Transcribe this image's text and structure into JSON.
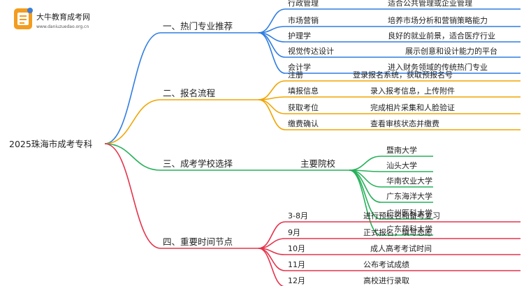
{
  "watermark": {
    "name": "大牛教育成考网",
    "url": "www.daniuzuedao.org.cn"
  },
  "root": "2025珠海市成考专科",
  "branches": [
    {
      "label": "一、热门专业推荐",
      "color": "#2f7de1",
      "items": [
        {
          "label": "行政管理",
          "detail": "适合公共管理或企业管理"
        },
        {
          "label": "市场营销",
          "detail": "培养市场分析和营销策略能力"
        },
        {
          "label": "护理学",
          "detail": "良好的就业前景，适合医疗行业"
        },
        {
          "label": "视觉传达设计",
          "detail": "展示创意和设计能力的平台"
        },
        {
          "label": "会计学",
          "detail": "进入财务领域的传统热门专业"
        }
      ]
    },
    {
      "label": "二、报名流程",
      "color": "#f0a500",
      "items": [
        {
          "label": "注册",
          "detail": "登录报名系统，获取预报名号"
        },
        {
          "label": "填报信息",
          "detail": "录入报考信息，上传附件"
        },
        {
          "label": "获取考位",
          "detail": "完成相片采集和人脸验证"
        },
        {
          "label": "缴费确认",
          "detail": "查看审核状态并缴费"
        }
      ]
    },
    {
      "label": "三、成考学校选择",
      "color": "#27b15a",
      "sub": "主要院校",
      "items": [
        {
          "label": "暨南大学"
        },
        {
          "label": "汕头大学"
        },
        {
          "label": "华南农业大学"
        },
        {
          "label": "广东海洋大学"
        },
        {
          "label": "广州医科大学"
        },
        {
          "label": "广东药科大学"
        }
      ]
    },
    {
      "label": "四、重要时间节点",
      "color": "#e5334b",
      "items": [
        {
          "label": "3-8月",
          "detail": "进行预报名和备考复习"
        },
        {
          "label": "9月",
          "detail": "正式报名，填写志愿"
        },
        {
          "label": "10月",
          "detail": "成人高考考试时间"
        },
        {
          "label": "11月",
          "detail": "公布考试成绩"
        },
        {
          "label": "12月",
          "detail": "高校进行录取"
        }
      ]
    }
  ]
}
